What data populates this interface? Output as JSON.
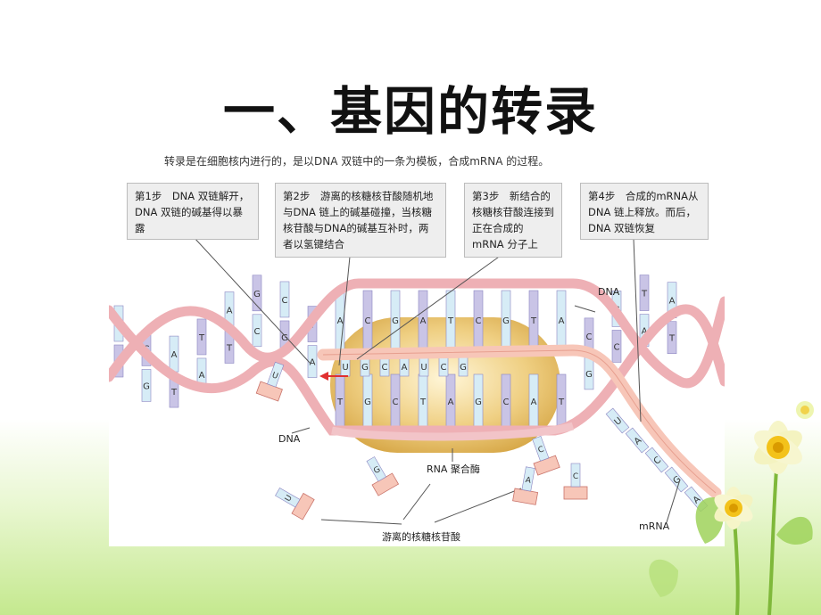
{
  "slide": {
    "title": "一、基因的转录"
  },
  "figure": {
    "caption": "转录是在细胞核内进行的，是以DNA 双链中的一条为模板，合成mRNA 的过程。",
    "steps": [
      {
        "text": "第1步　DNA 双链解开，DNA 双链的碱基得以暴露"
      },
      {
        "text": "第2步　游离的核糖核苷酸随机地与DNA 链上的碱基碰撞，当核糖核苷酸与DNA的碱基互补时，两者以氢键结合"
      },
      {
        "text": "第3步　新结合的核糖核苷酸连接到正在合成的mRNA 分子上"
      },
      {
        "text": "第4步　合成的mRNA从DNA 链上释放。而后，DNA 双链恢复"
      }
    ],
    "labels": {
      "dna_top": "DNA",
      "dna_left": "DNA",
      "rna_polymerase": "RNA 聚合酶",
      "mrna": "mRNA",
      "free_nucleotides": "游离的核糖核苷酸"
    },
    "bases_top": [
      "G",
      "C",
      "A",
      "T",
      "A",
      "G",
      "C",
      "T",
      "A",
      "C",
      "G",
      "A",
      "T",
      "C",
      "G",
      "T",
      "A",
      "C",
      "G",
      "T",
      "A"
    ],
    "bases_bottom": [
      "C",
      "G",
      "T",
      "A",
      "T",
      "C",
      "G",
      "A",
      "T",
      "G",
      "C",
      "T",
      "A",
      "G",
      "C",
      "A",
      "T",
      "G",
      "C",
      "A",
      "T"
    ],
    "bases_mrna": [
      "U",
      "G",
      "C",
      "A",
      "U",
      "C",
      "G",
      "U",
      "A",
      "C",
      "G",
      "A"
    ],
    "free_bases": [
      "U",
      "G",
      "A",
      "C",
      "U",
      "C"
    ],
    "colors": {
      "dna_strand": "#eeb0b5",
      "base_purple": "#c9c4e6",
      "base_blue": "#d6ecf6",
      "rna_pink": "#f7c6b8",
      "enzyme": "#e9c46a"
    }
  }
}
